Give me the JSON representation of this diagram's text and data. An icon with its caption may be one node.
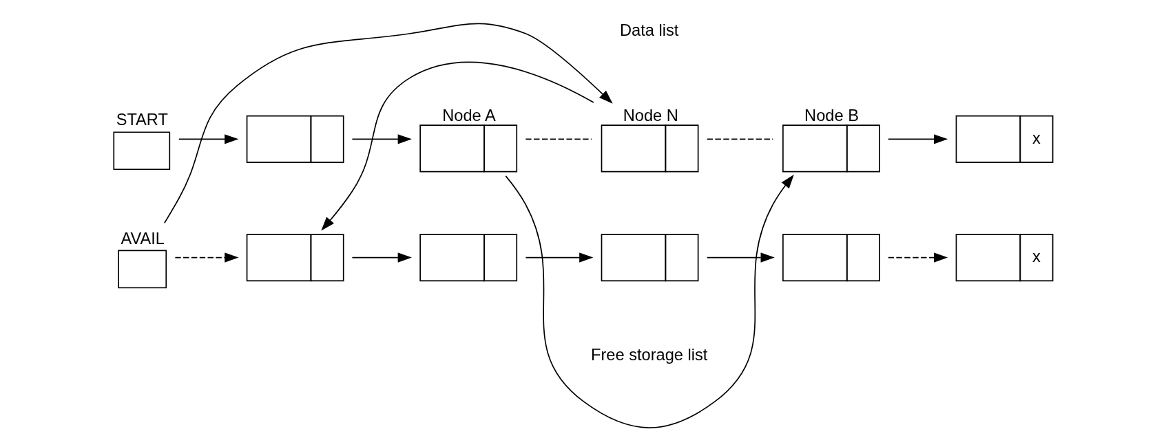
{
  "diagram": {
    "nodes": [
      {
        "text": [
          "START"
        ]
      },
      {
        "text": [],
        "shape": "box"
      },
      {
        "text": [
          "Node A"
        ]
      },
      {
        "text": [
          "Node N"
        ]
      },
      {
        "text": [
          "Node B"
        ]
      },
      {
        "text": [
          "x"
        ]
      },
      {
        "text": [
          "AVAIL"
        ]
      },
      {
        "text": [],
        "shape": "box"
      },
      {
        "text": [],
        "shape": "box"
      },
      {
        "text": [],
        "shape": "box"
      },
      {
        "text": [],
        "shape": "box"
      },
      {
        "text": [
          "x"
        ]
      }
    ],
    "edges": [
      {
        "from": 0,
        "to": 1,
        "arrow": "to"
      },
      {
        "from": 1,
        "to": 2,
        "arrow": "to"
      },
      {
        "from": 2,
        "to": 3,
        "arrow": "none",
        "style": "dashed"
      },
      {
        "from": 2,
        "to": 4,
        "arrow": "to"
      },
      {
        "from": 3,
        "to": 4,
        "arrow": "none",
        "style": "dashed"
      },
      {
        "from": 4,
        "to": 5,
        "arrow": "to"
      },
      {
        "from": 6,
        "to": 3,
        "arrow": "to"
      },
      {
        "from": 3,
        "to": 7,
        "arrow": "to"
      },
      {
        "from": 6,
        "to": 7,
        "arrow": "to",
        "style": "dashed"
      },
      {
        "from": 7,
        "to": 8,
        "arrow": "to"
      },
      {
        "from": 8,
        "to": 9,
        "arrow": "to"
      },
      {
        "from": 9,
        "to": 10,
        "arrow": "to"
      },
      {
        "from": 10,
        "to": 11,
        "arrow": "to",
        "style": "dashed"
      }
    ],
    "labels": [
      "Data list",
      "Free storage list"
    ]
  }
}
